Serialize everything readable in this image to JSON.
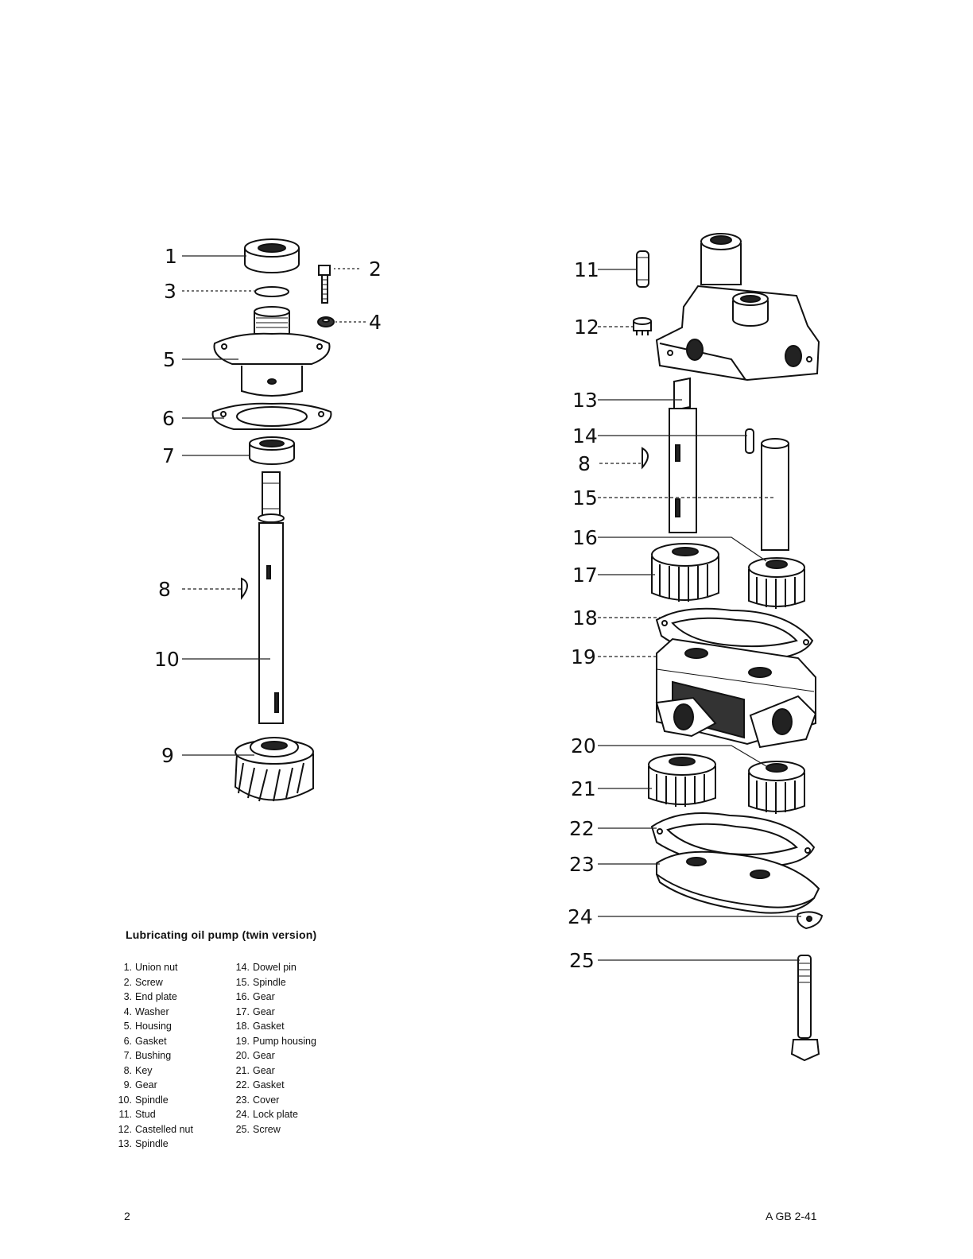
{
  "diagram": {
    "callouts": [
      "1",
      "2",
      "3",
      "4",
      "5",
      "6",
      "7",
      "8",
      "9",
      "10",
      "11",
      "12",
      "13",
      "14",
      "8",
      "15",
      "16",
      "17",
      "18",
      "19",
      "20",
      "21",
      "22",
      "23",
      "24",
      "25"
    ]
  },
  "legend": {
    "title": "Lubricating oil pump (twin version)",
    "left_column": [
      {
        "num": "1.",
        "label": "Union nut"
      },
      {
        "num": "2.",
        "label": "Screw"
      },
      {
        "num": "3.",
        "label": "End plate"
      },
      {
        "num": "4.",
        "label": "Washer"
      },
      {
        "num": "5.",
        "label": "Housing"
      },
      {
        "num": "6.",
        "label": "Gasket"
      },
      {
        "num": "7.",
        "label": "Bushing"
      },
      {
        "num": "8.",
        "label": "Key"
      },
      {
        "num": "9.",
        "label": "Gear"
      },
      {
        "num": "10.",
        "label": "Spindle"
      },
      {
        "num": "11.",
        "label": "Stud"
      },
      {
        "num": "12.",
        "label": "Castelled nut"
      },
      {
        "num": "13.",
        "label": "Spindle"
      }
    ],
    "right_column": [
      {
        "num": "14.",
        "label": "Dowel pin"
      },
      {
        "num": "15.",
        "label": "Spindle"
      },
      {
        "num": "16.",
        "label": "Gear"
      },
      {
        "num": "17.",
        "label": "Gear"
      },
      {
        "num": "18.",
        "label": "Gasket"
      },
      {
        "num": "19.",
        "label": "Pump housing"
      },
      {
        "num": "20.",
        "label": "Gear"
      },
      {
        "num": "21.",
        "label": "Gear"
      },
      {
        "num": "22.",
        "label": "Gasket"
      },
      {
        "num": "23.",
        "label": "Cover"
      },
      {
        "num": "24.",
        "label": "Lock plate"
      },
      {
        "num": "25.",
        "label": "Screw"
      }
    ]
  },
  "footer": {
    "page_number": "2",
    "doc_code": "A GB 2-41"
  }
}
